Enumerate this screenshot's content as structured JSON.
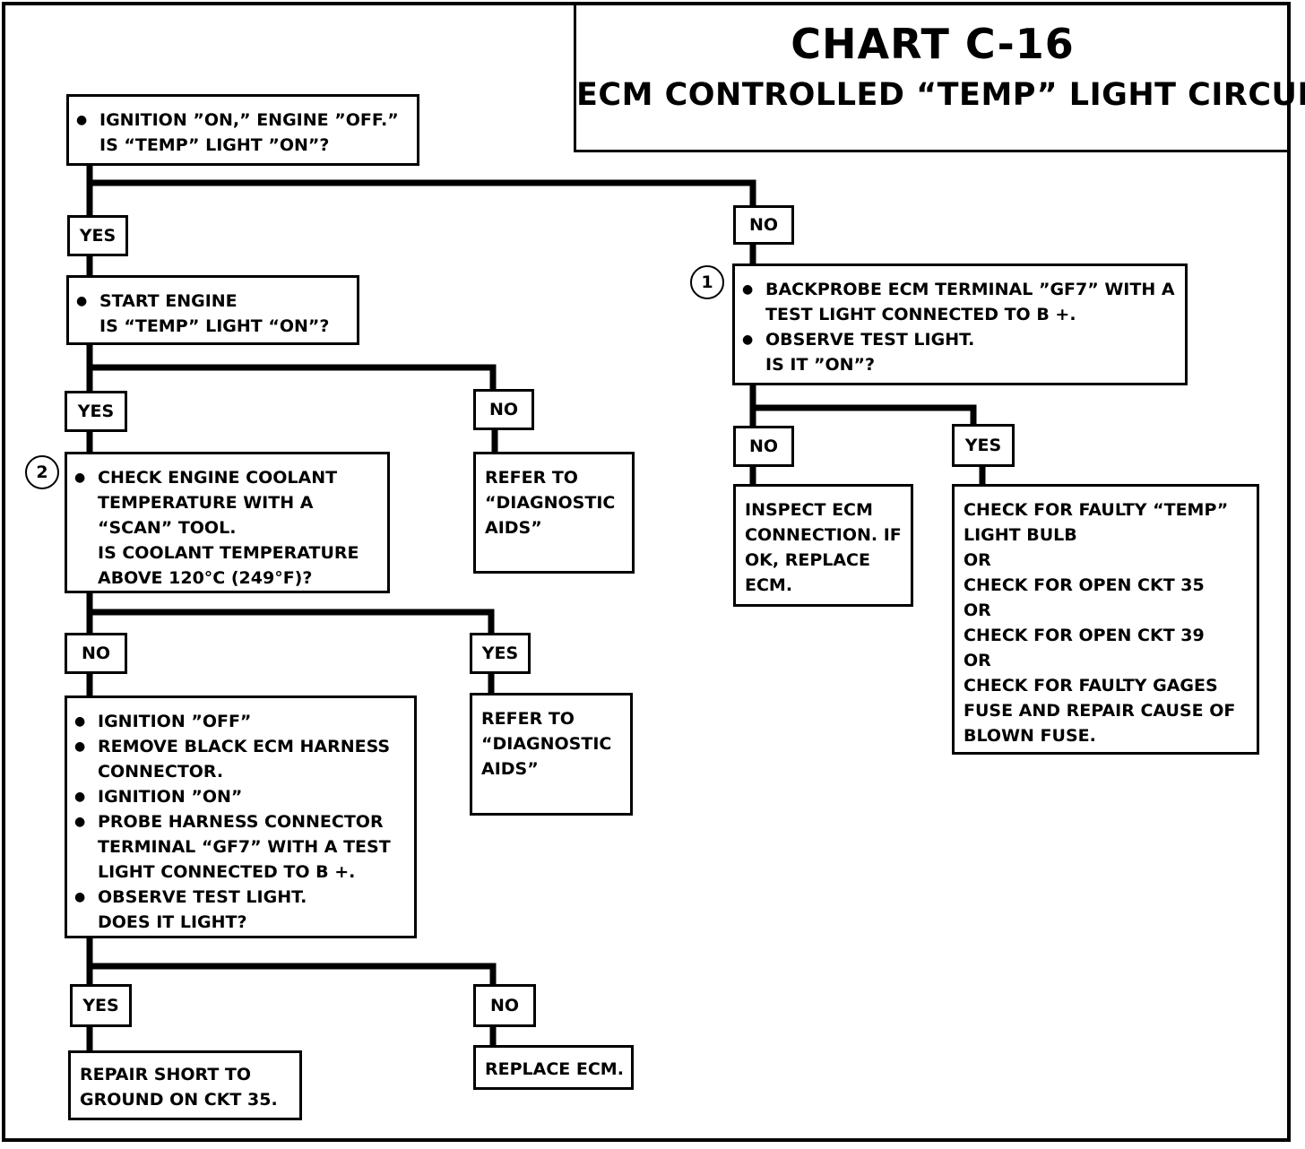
{
  "title": {
    "line1": "CHART C-16",
    "line2": "ECM CONTROLLED “TEMP” LIGHT CIRCUIT"
  },
  "nodes": {
    "ignition_check": [
      "IGNITION ”ON,” ENGINE ”OFF.”",
      "IS “TEMP” LIGHT ”ON”?"
    ],
    "start_engine": [
      "START ENGINE",
      "IS “TEMP” LIGHT “ON”?"
    ],
    "coolant_check": [
      "CHECK ENGINE COOLANT",
      "TEMPERATURE WITH A",
      "“SCAN” TOOL.",
      "IS COOLANT TEMPERATURE",
      "ABOVE 120°C (249°F)?"
    ],
    "diag_aids_1": [
      "REFER TO",
      "“DIAGNOSTIC",
      "AIDS”"
    ],
    "backprobe": {
      "b1": [
        "BACKPROBE ECM TERMINAL ”GF7” WITH A",
        "TEST LIGHT CONNECTED TO B +."
      ],
      "b2": [
        "OBSERVE TEST LIGHT.",
        "IS IT ”ON”?"
      ]
    },
    "inspect_ecm": [
      "INSPECT ECM",
      "CONNECTION.  IF",
      "OK, REPLACE",
      "ECM."
    ],
    "faulty_bulb": [
      "CHECK FOR FAULTY “TEMP”",
      "LIGHT BULB",
      "OR",
      "CHECK FOR OPEN CKT 35",
      "OR",
      "CHECK FOR OPEN CKT 39",
      "OR",
      "CHECK FOR FAULTY GAGES",
      "FUSE AND REPAIR CAUSE OF",
      "BLOWN FUSE."
    ],
    "harness_test": {
      "b1": [
        "IGNITION ”OFF”"
      ],
      "b2": [
        "REMOVE BLACK ECM HARNESS",
        "CONNECTOR."
      ],
      "b3": [
        "IGNITION ”ON”"
      ],
      "b4": [
        "PROBE HARNESS CONNECTOR",
        "TERMINAL “GF7” WITH A TEST",
        "LIGHT CONNECTED TO B +."
      ],
      "b5": [
        "OBSERVE TEST LIGHT.",
        "DOES IT LIGHT?"
      ]
    },
    "diag_aids_2": [
      "REFER TO",
      "“DIAGNOSTIC",
      "AIDS”"
    ],
    "repair_short": [
      "REPAIR SHORT TO",
      "GROUND ON CKT 35."
    ],
    "replace_ecm": [
      "REPLACE ECM."
    ]
  },
  "labels": {
    "yes": "YES",
    "no": "NO"
  },
  "circles": {
    "one": "1",
    "two": "2"
  }
}
